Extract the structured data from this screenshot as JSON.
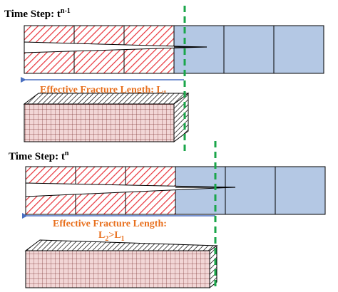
{
  "colors": {
    "fractured_hatch": "#e8323a",
    "fractured_fill": "#ffffff",
    "intact_fill": "#b4c8e4",
    "block_fill": "#f2d6d6",
    "guide_line": "#1aa64a",
    "arrow": "#4a6fc0",
    "label": "#e8701e"
  },
  "panels": [
    {
      "title": "Time Step: t",
      "title_sup": "n-1",
      "label_main": "Effective Fracture Length: L",
      "label_sub": "1",
      "label_line2": ""
    },
    {
      "title": "Time Step: t",
      "title_sup": "n",
      "label_main": "Effective Fracture Length:",
      "label_line2": "L",
      "label_line2_sub1": "2",
      "label_line2_mid": ">L",
      "label_line2_sub2": "1"
    }
  ]
}
